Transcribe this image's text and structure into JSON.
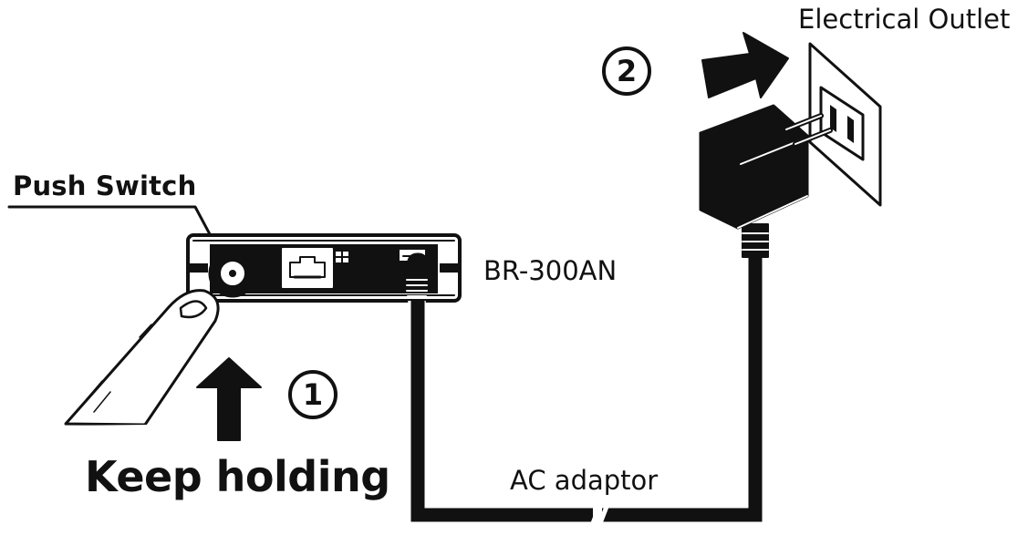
{
  "labels": {
    "push_switch": "Push Switch",
    "device_name": "BR-300AN",
    "outlet": "Electrical Outlet",
    "ac_adaptor": "AC adaptor",
    "keep_holding": "Keep holding"
  },
  "steps": {
    "one": "1",
    "two": "2"
  },
  "colors": {
    "ink": "#111111",
    "background": "#ffffff"
  }
}
